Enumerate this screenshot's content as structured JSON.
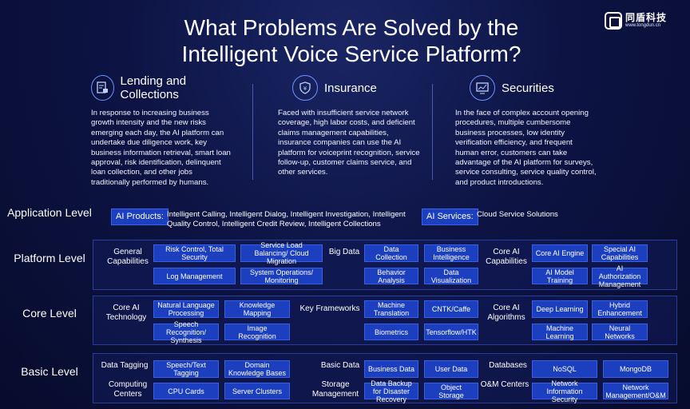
{
  "title_line1": "What Problems Are Solved by the",
  "title_line2": "Intelligent Voice Service Platform?",
  "logo": {
    "name": "同盾科技",
    "url": "www.tongdun.cn",
    "icon": "shield-logo-icon"
  },
  "problems": [
    {
      "title": "Lending and Collections",
      "icon": "document-lock-icon",
      "text": "In response to increasing business growth intensity and the new risks emerging each day, the AI platform can undertake due diligence work, key business information retrieval, smart loan approval, risk identification, delinquent loan collection, and other jobs traditionally performed by humans."
    },
    {
      "title": "Insurance",
      "icon": "shield-yen-icon",
      "text": "Faced with insufficient service network coverage, high labor costs, and deficient claims management capabilities, insurance companies can use the AI platform for voiceprint recognition, service follow-up, customer claims service, and other services."
    },
    {
      "title": "Securities",
      "icon": "monitor-chart-icon",
      "text": "In the face of complex account opening procedures, multiple cumbersome business processes, low identity verification efficiency, and frequent human error, customers can take advantage of the AI platform for surveys, service consulting, service quality control, and product introductions."
    }
  ],
  "levels": {
    "application": {
      "label": "Application Level",
      "products_tag": "AI Products:",
      "products_text": "Intelligent Calling, Intelligent Dialog, Intelligent Investigation, Intelligent Quality Control, Intelligent Credit Review, Intelligent Collections",
      "services_tag": "AI Services:",
      "services_text": "Cloud Service Solutions"
    },
    "platform": {
      "label": "Platform Level",
      "general": "General Capabilities",
      "general_items": [
        "Risk Control, Total Security",
        "Service Load Balancing/ Cloud Migration",
        "Log Management",
        "System Operations/ Monitoring"
      ],
      "bigdata": "Big Data",
      "bigdata_items": [
        "Data Collection",
        "Business Intelligence",
        "Behavior Analysis",
        "Data Visualization"
      ],
      "coreai": "Core AI Capabilities",
      "coreai_items": [
        "Core AI Engine",
        "Special AI Capabilities",
        "AI Model Training",
        "AI Authorization Management"
      ]
    },
    "core": {
      "label": "Core Level",
      "tech": "Core AI Technology",
      "tech_items": [
        "Natural Language Processing",
        "Knowledge Mapping",
        "Speech Recognition/ Synthesis",
        "Image Recognition"
      ],
      "frameworks": "Key Frameworks",
      "frameworks_items": [
        "Machine Translation",
        "CNTK/Caffe",
        "Biometrics",
        "Tensorflow/HTK"
      ],
      "algorithms": "Core AI Algorithms",
      "algorithms_items": [
        "Deep Learning",
        "Hybrid Enhancement",
        "Machine Learning",
        "Neural Networks"
      ]
    },
    "basic": {
      "label": "Basic Level",
      "tagging": "Data Tagging",
      "tagging_items": [
        "Speech/Text Tagging",
        "Domain Knowledge Bases"
      ],
      "computing": "Computing Centers",
      "computing_items": [
        "CPU Cards",
        "Server Clusters"
      ],
      "basicdata": "Basic Data",
      "basicdata_items": [
        "Business Data",
        "User Data"
      ],
      "storage": "Storage Management",
      "storage_items": [
        "Data Backup for Disaster Recovery",
        "Object Storage"
      ],
      "databases": "Databases",
      "databases_items": [
        "NoSQL",
        "MongoDB"
      ],
      "om": "O&M Centers",
      "om_items": [
        "Network Information Security",
        "Network Management/O&M"
      ]
    }
  }
}
